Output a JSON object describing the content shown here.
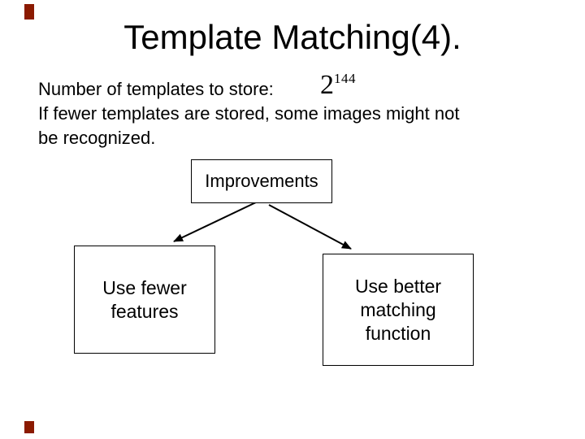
{
  "slide": {
    "title": "Template Matching(4).",
    "body": {
      "intro": "Number of templates to store:",
      "formula_base": "2",
      "formula_exponent": "144",
      "line2": "If fewer templates are stored, some images might not",
      "line3": "be recognized."
    },
    "diagram": {
      "root_label": "Improvements",
      "left_box_lines": [
        "Use fewer",
        "features"
      ],
      "right_box_lines": [
        "Use better",
        "matching",
        "function"
      ]
    },
    "colors": {
      "background": "#ffffff",
      "text": "#000000",
      "box_border": "#000000",
      "arrow": "#000000",
      "corner_mark": "#8b1a00"
    }
  }
}
